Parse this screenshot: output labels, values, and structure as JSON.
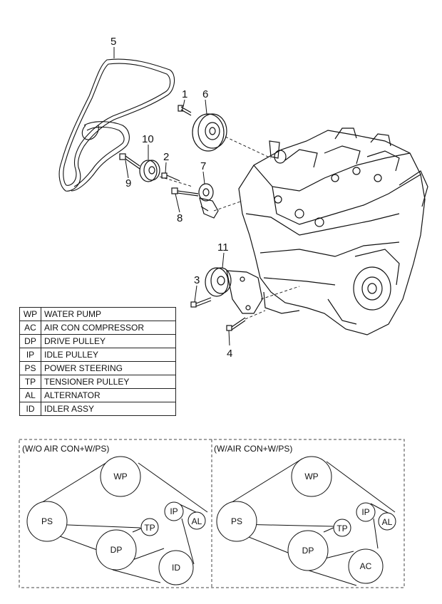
{
  "callouts": [
    "1",
    "2",
    "3",
    "4",
    "5",
    "6",
    "7",
    "8",
    "9",
    "10",
    "11"
  ],
  "legend": [
    {
      "code": "WP",
      "text": "WATER PUMP"
    },
    {
      "code": "AC",
      "text": "AIR CON COMPRESSOR"
    },
    {
      "code": "DP",
      "text": "DRIVE PULLEY"
    },
    {
      "code": "IP",
      "text": "IDLE PULLEY"
    },
    {
      "code": "PS",
      "text": "POWER STEERING"
    },
    {
      "code": "TP",
      "text": "TENSIONER PULLEY"
    },
    {
      "code": "AL",
      "text": "ALTERNATOR"
    },
    {
      "code": "ID",
      "text": "IDLER ASSY"
    }
  ],
  "routing_left": {
    "title": "(W/O AIR CON+W/PS)",
    "pulleys": [
      "WP",
      "PS",
      "TP",
      "IP",
      "AL",
      "DP",
      "ID"
    ]
  },
  "routing_right": {
    "title": "(W/AIR CON+W/PS)",
    "pulleys": [
      "WP",
      "PS",
      "TP",
      "IP",
      "AL",
      "DP",
      "AC"
    ]
  }
}
